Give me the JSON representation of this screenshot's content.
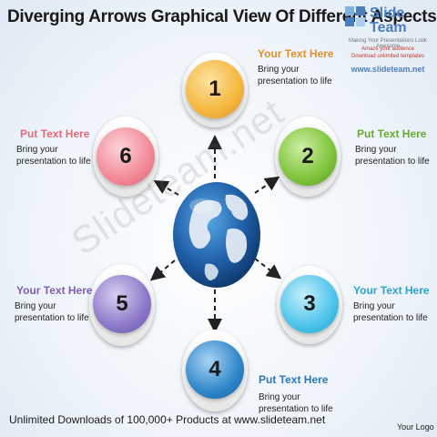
{
  "title": "Diverging Arrows Graphical View Of Different Aspects",
  "logo": {
    "slide": "Slide",
    "team": "Team",
    "tagline": "Making Your Presentations Look Awesome",
    "amaze": "Amaze your audience",
    "download": "Download unlimited templates",
    "url": "www.slideteam.net"
  },
  "nodes": [
    {
      "number": "1",
      "heading": "Your Text Here",
      "description": "Bring your presentation to life",
      "color": "#f5b73d",
      "heading_color": "#e0902b"
    },
    {
      "number": "2",
      "heading": "Put Text Here",
      "description": "Bring your presentation to life",
      "color": "#7ec43a",
      "heading_color": "#6aaa2e"
    },
    {
      "number": "3",
      "heading": "Your Text Here",
      "description": "Bring your presentation to life",
      "color": "#4cc4ea",
      "heading_color": "#2ba3cf"
    },
    {
      "number": "4",
      "heading": "Put Text Here",
      "description": "Bring your presentation to life",
      "color": "#2e86c9",
      "heading_color": "#2a77b8"
    },
    {
      "number": "5",
      "heading": "Your Text Here",
      "description": "Bring your presentation to life",
      "color": "#8c78c8",
      "heading_color": "#7b5fb8"
    },
    {
      "number": "6",
      "heading": "Put Text Here",
      "description": "Bring your presentation to life",
      "color": "#f28a96",
      "heading_color": "#e46a7a"
    }
  ],
  "watermark": "Slideteam.net",
  "footer": {
    "left": "Unlimited Downloads of 100,000+ Products at www.slideteam.net",
    "right": "Your Logo"
  }
}
